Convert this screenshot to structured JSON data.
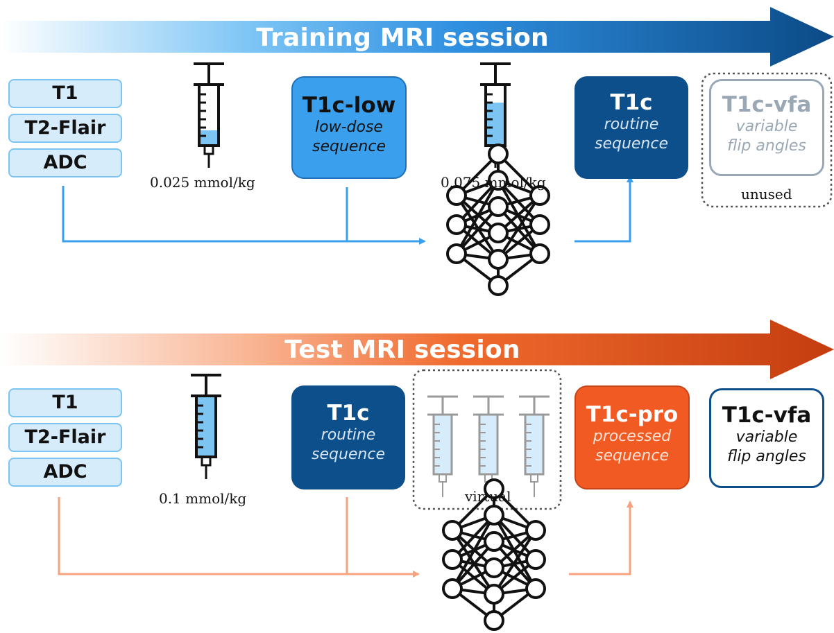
{
  "training": {
    "title": "Training MRI session",
    "inputs": [
      "T1",
      "T2-Flair",
      "ADC"
    ],
    "dose1": "0.025 mmol/kg",
    "lowdose": {
      "title": "T1c-low",
      "sub1": "low-dose",
      "sub2": "sequence"
    },
    "dose2": "0.075 mmol/kg",
    "target": {
      "title": "T1c",
      "sub1": "routine",
      "sub2": "sequence"
    },
    "vfa": {
      "title": "T1c-vfa",
      "sub1": "variable",
      "sub2": "flip angles"
    },
    "unused_label": "unused"
  },
  "test": {
    "title": "Test MRI session",
    "inputs": [
      "T1",
      "T2-Flair",
      "ADC"
    ],
    "dose": "0.1 mmol/kg",
    "routine": {
      "title": "T1c",
      "sub1": "routine",
      "sub2": "sequence"
    },
    "virtual_label": "virtual",
    "processed": {
      "title": "T1c-pro",
      "sub1": "processed",
      "sub2": "sequence"
    },
    "vfa": {
      "title": "T1c-vfa",
      "sub1": "variable",
      "sub2": "flip angles"
    }
  },
  "colors": {
    "blue_dark": "#0d4f8b",
    "blue_light": "#3aa0ee",
    "orange": "#f15a22",
    "orange_light": "#f6a27f",
    "grey": "#9aa8b6"
  }
}
